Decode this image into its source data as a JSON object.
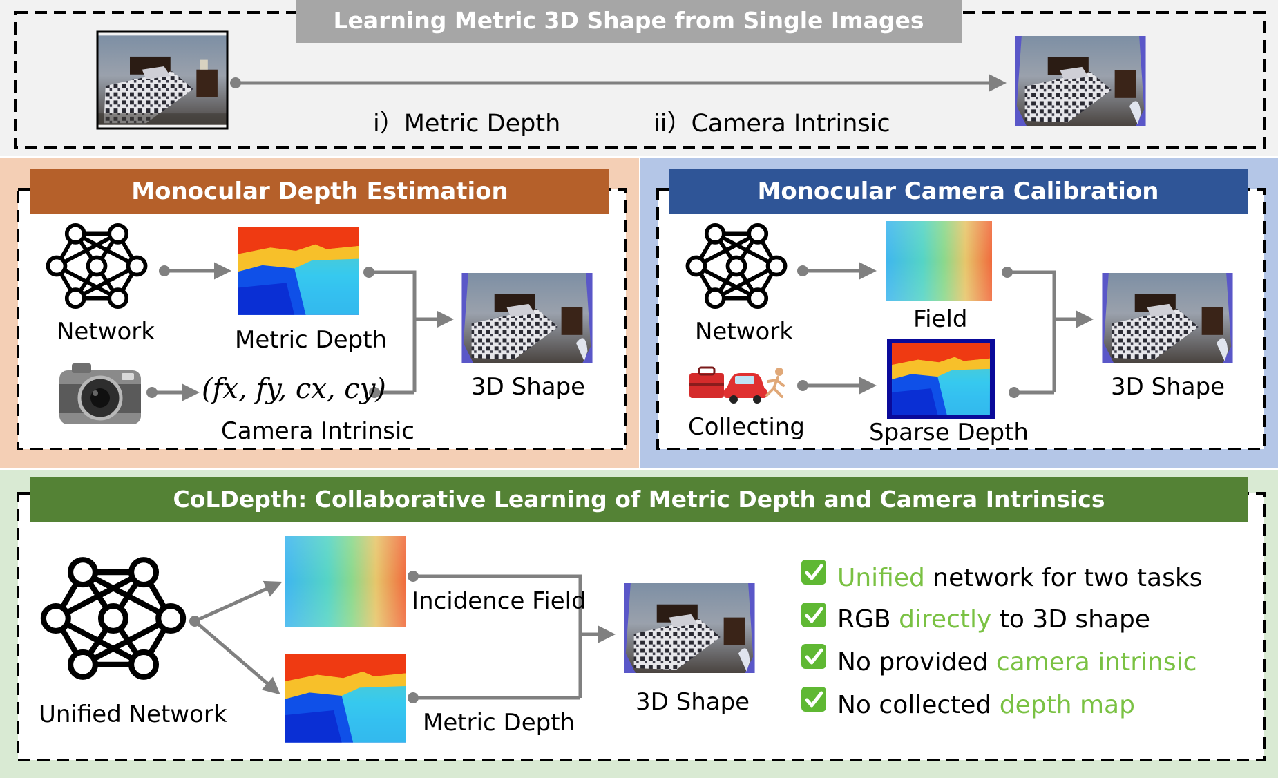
{
  "title": "Learning Metric 3D Shape from Single Images",
  "top": {
    "step1": "i）Metric Depth",
    "step2": "ii）Camera Intrinsic"
  },
  "mde": {
    "header": "Monocular Depth Estimation",
    "network": "Network",
    "metric_depth": "Metric Depth",
    "intrinsics": "(fx, fy, cx, cy)",
    "camera_intrinsic": "Camera Intrinsic",
    "shape": "3D Shape"
  },
  "mcc": {
    "header": "Monocular Camera Calibration",
    "network": "Network",
    "field": "Field",
    "collecting": "Collecting",
    "sparse_depth": "Sparse Depth",
    "shape": "3D Shape"
  },
  "coldepth": {
    "header": "CoLDepth: Collaborative Learning of Metric Depth and Camera Intrinsics",
    "unified_network": "Unified Network",
    "incidence_field": "Incidence Field",
    "metric_depth": "Metric Depth",
    "shape": "3D Shape",
    "benefits": [
      {
        "highlight": "Unified",
        "rest": " network for two tasks"
      },
      {
        "pre": "RGB ",
        "highlight": "directly",
        "post": " to 3D shape"
      },
      {
        "pre": "No provided ",
        "highlight": "camera intrinsic"
      },
      {
        "pre": "No collected ",
        "highlight": "depth map"
      }
    ]
  },
  "colors": {
    "orange_header": "#b5602a",
    "blue_header": "#2f5597",
    "green_header": "#548235",
    "orange_bg": "#f4cfb5",
    "blue_bg": "#b4c6e7",
    "green_bg": "#d9ead3",
    "highlight_green": "#7ac143",
    "arrow": "#808080"
  },
  "icons": [
    "neural-network-icon",
    "camera-icon",
    "toolbox-icon",
    "car-icon",
    "runner-icon",
    "checkmark-icon"
  ]
}
